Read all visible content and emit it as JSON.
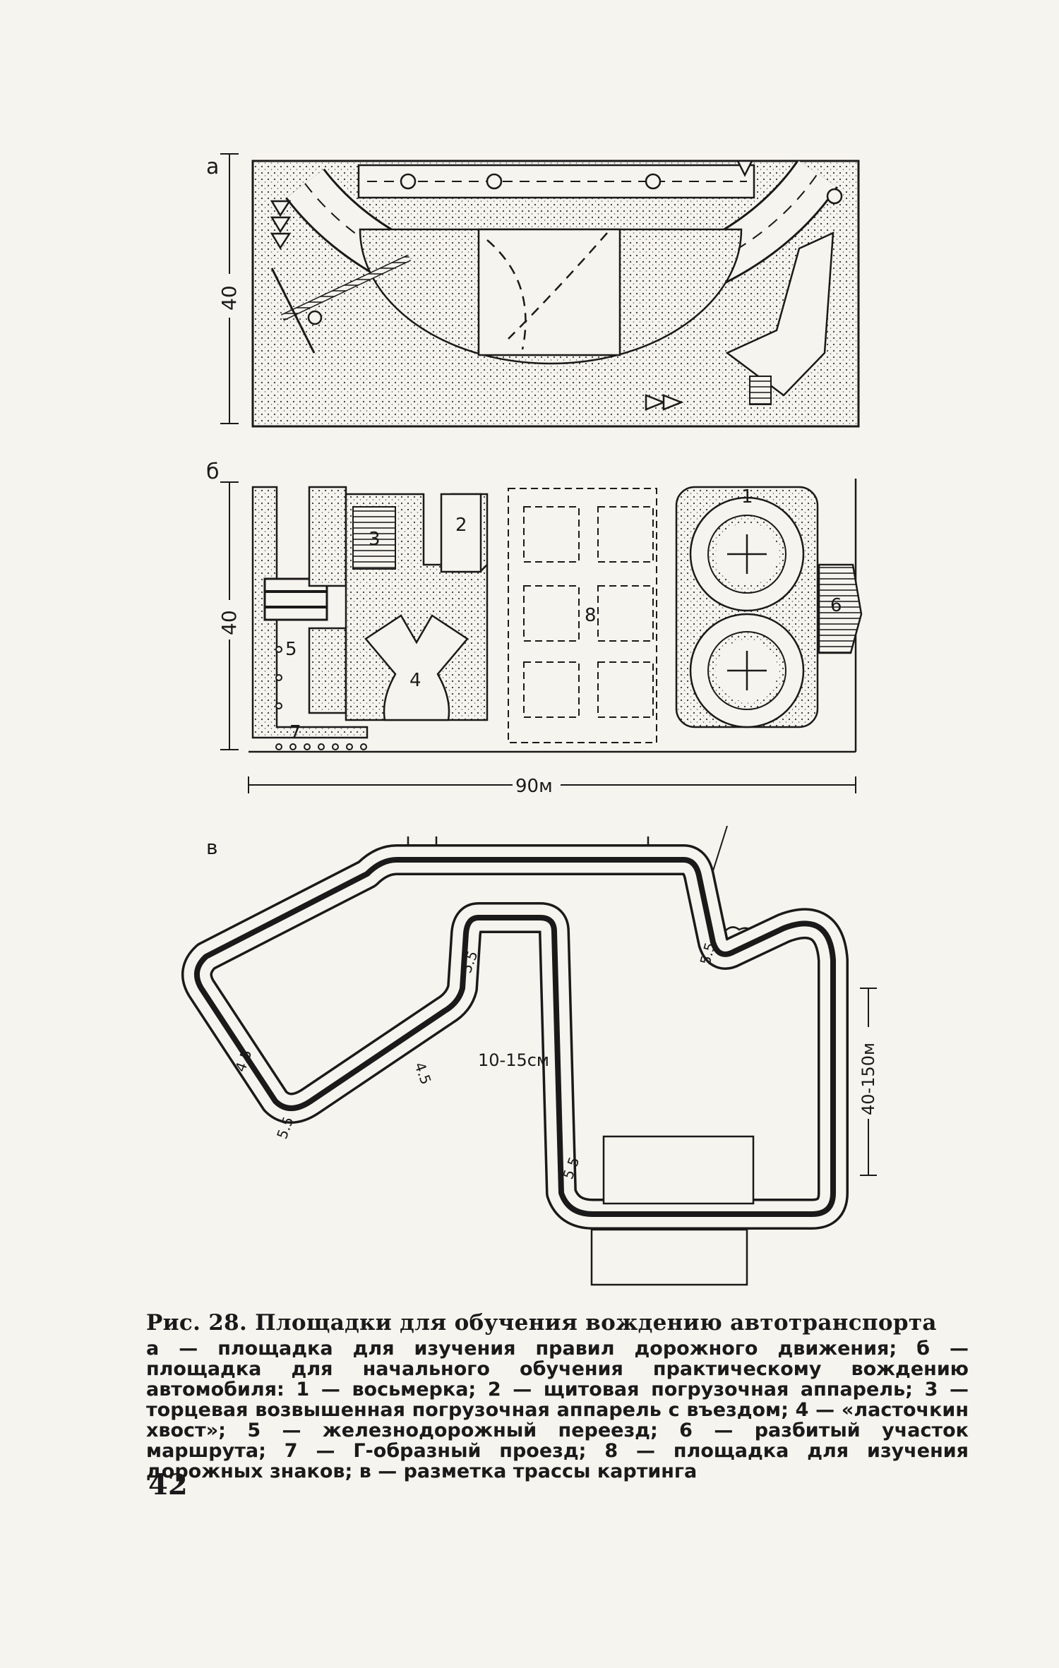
{
  "panels": {
    "a": {
      "letter": "а",
      "height_label": "40"
    },
    "b": {
      "letter": "б",
      "height_label": "40",
      "width_label": "90м",
      "zones": [
        "1",
        "2",
        "3",
        "4",
        "5",
        "6",
        "7",
        "8"
      ]
    },
    "v": {
      "letter": "в",
      "width_labels": [
        "5.5",
        "5.5",
        "4.5",
        "4.5",
        "5.5",
        "5.5"
      ],
      "curb_label": "10-15см",
      "length_label": "40-150м"
    }
  },
  "caption": {
    "title": "Рис. 28. Площадки для обучения вождению автотранспорта",
    "body": "а — площадка для изучения правил дорожного движения; б — площадка для начального обучения практическому вождению автомобиля: 1 — восьмерка; 2 — щитовая погрузочная аппарель; 3 — торцевая возвышенная погрузочная аппарель с въездом; 4 — «ласточкин хвост»; 5 — железнодорожный переезд; 6 — разбитый участок маршрута; 7 — Г-образный проезд; 8 — площадка для изучения дорожных знаков; в — разметка трассы картинга"
  },
  "page_number": "42"
}
